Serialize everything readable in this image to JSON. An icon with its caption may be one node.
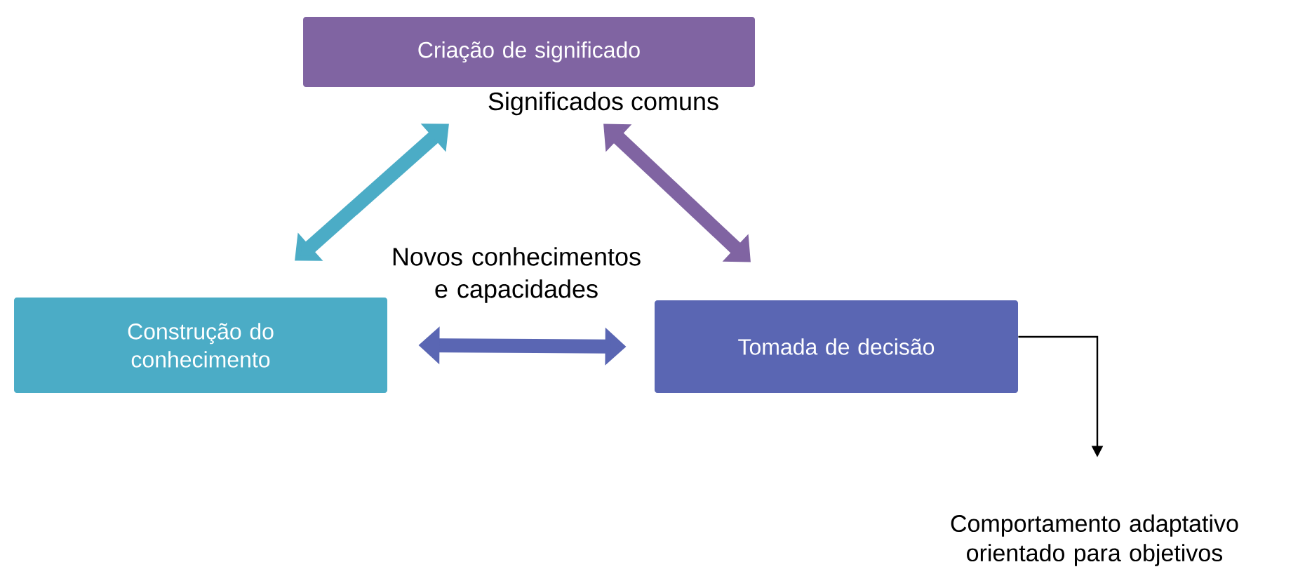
{
  "diagram": {
    "nodes": [
      {
        "text": [
          "Criação de significado"
        ],
        "beside": [
          "Significados comuns"
        ]
      },
      {
        "text": [
          "Construção do conhecimento"
        ]
      },
      {
        "text": [
          "Tomada de decisão"
        ]
      },
      {
        "text": [
          "Comportamento adaptativo orientado para objetivos"
        ]
      }
    ],
    "edges": [
      {
        "from": 0,
        "to": 1,
        "arrow": "both",
        "color": "#4bacc6"
      },
      {
        "from": 0,
        "to": 2,
        "arrow": "both",
        "color": "#8064a2"
      },
      {
        "from": 1,
        "to": 2,
        "arrow": "both",
        "color": "#5a66b3",
        "label": "Novos conhecimentos e capacidades"
      },
      {
        "from": 2,
        "to": 3,
        "arrow": "to",
        "color": "#000000"
      }
    ]
  }
}
